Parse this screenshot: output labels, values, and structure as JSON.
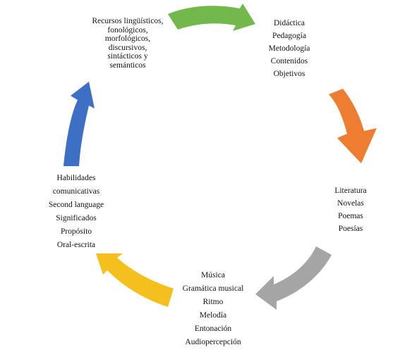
{
  "colors": {
    "green": "#72b84a",
    "orange": "#ed7d31",
    "gray": "#a5a5a5",
    "yellow": "#f5c01d",
    "blue": "#3d6fc4"
  },
  "nodes": {
    "resources": [
      "Recursos lingüísticos,",
      "fonológicos,",
      "morfológicos,",
      "discursivos,",
      "sintácticos y",
      "semánticos"
    ],
    "didactics": [
      "Didáctica",
      "Pedagogía",
      "Metodología",
      "Contenidos",
      "Objetivos"
    ],
    "literature": [
      "Literatura",
      "Novelas",
      "Poemas",
      "Poesías"
    ],
    "music": [
      "Música",
      "Gramática musical",
      "Ritmo",
      "Melodía",
      "Entonación",
      "Audiopercepción"
    ],
    "skills": [
      "Habilidades",
      "comunicativas",
      "Second language",
      "Significados",
      "Propósito",
      "Oral-escrita"
    ]
  }
}
